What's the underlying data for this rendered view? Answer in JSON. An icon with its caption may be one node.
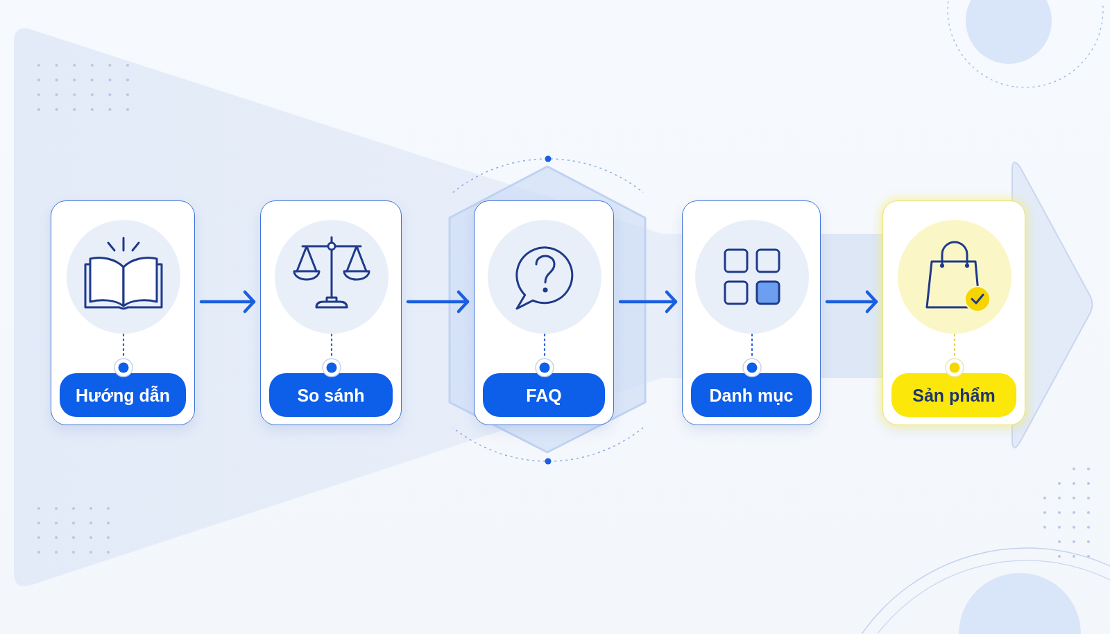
{
  "diagram": {
    "nodes": [
      {
        "text": [
          "Hướng dẫn"
        ]
      },
      {
        "text": [
          "So sánh"
        ]
      },
      {
        "text": [
          "FAQ"
        ]
      },
      {
        "text": [
          "Danh mục"
        ]
      },
      {
        "text": [
          "Sản phẩm"
        ]
      }
    ],
    "edges": [
      {
        "from": 0,
        "to": 1,
        "arrow": "to"
      },
      {
        "from": 1,
        "to": 2,
        "arrow": "to"
      },
      {
        "from": 2,
        "to": 3,
        "arrow": "to"
      },
      {
        "from": 3,
        "to": 4,
        "arrow": "to"
      }
    ]
  }
}
